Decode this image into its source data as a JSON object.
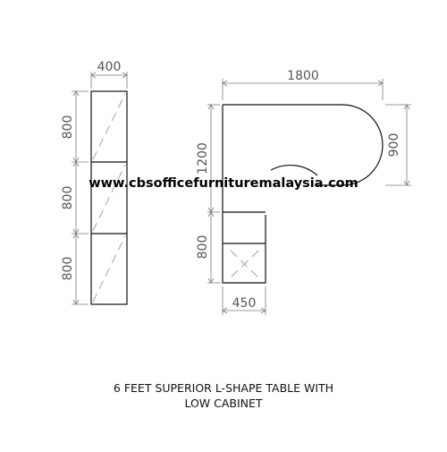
{
  "drawing": {
    "dimensions": {
      "side_cabinet_width": "400",
      "side_cabinet_section_1": "800",
      "side_cabinet_section_2": "800",
      "side_cabinet_section_3": "800",
      "table_length": "1800",
      "table_depth": "900",
      "return_length": "1200",
      "cabinet_height": "800",
      "return_width": "450"
    }
  },
  "watermark": "www.cbsofficefurnituremalaysia.com",
  "caption": {
    "line1": "6 FEET SUPERIOR L-SHAPE TABLE WITH",
    "line2": "LOW CABINET"
  },
  "colors": {
    "line": "#111111",
    "dimension": "#7a7a7a",
    "text": "#555555"
  }
}
